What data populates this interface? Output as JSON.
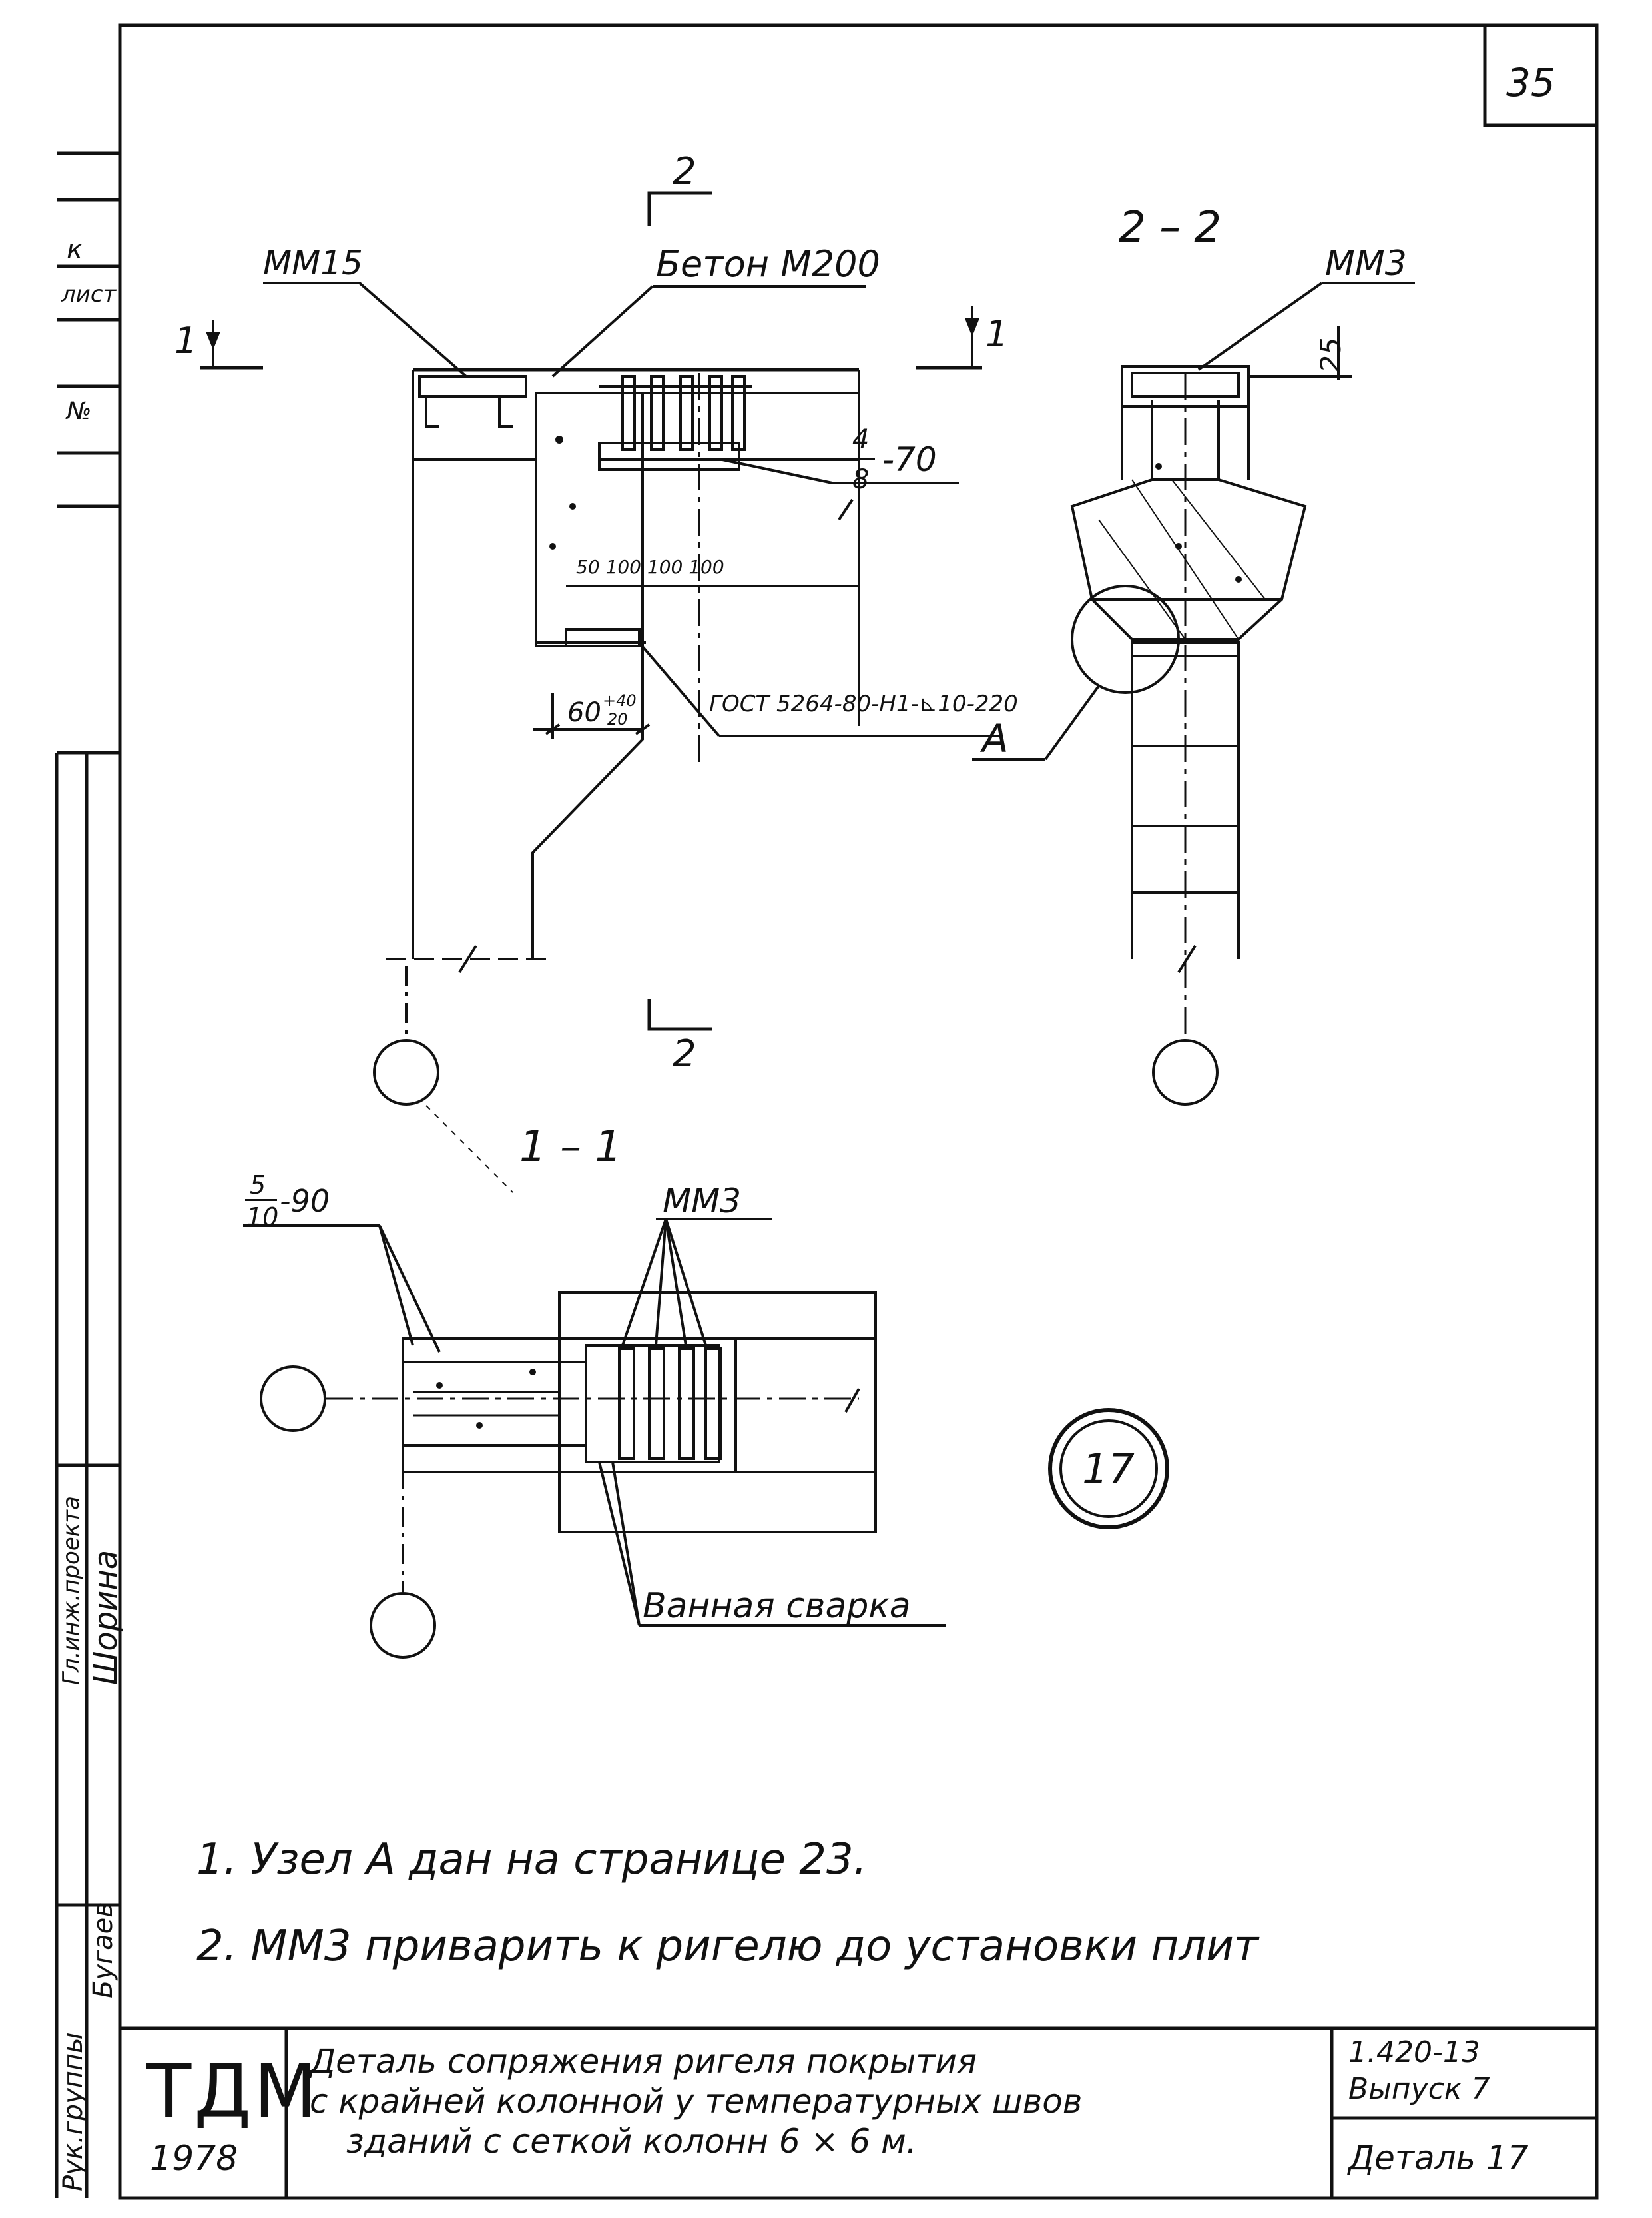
{
  "page_number": "35",
  "section_labels": {
    "cut_2_top": "2",
    "cut_2_bottom": "2",
    "cut_1_left": "1",
    "cut_1_right": "1",
    "section_2_2": "2 – 2",
    "section_1_1": "1 – 1"
  },
  "callouts": {
    "mm15": "ММ15",
    "concrete": "Бетон М200",
    "mm3_top": "ММ3",
    "dim_25": "25",
    "rebar_fraction_num": "4",
    "rebar_fraction_den": "8",
    "rebar_fraction_val": "-70",
    "spacing_dims": "50   100 100 100",
    "dim_60": "60",
    "dim_60_tol_plus": "+40",
    "dim_60_tol_minus": "20",
    "gost_weld": "ГОСТ 5264-80-Н1-⊾10-220",
    "node_a": "А",
    "plan_fraction_num": "5",
    "plan_fraction_den": "10",
    "plan_fraction_val": "-90",
    "mm3_plan": "ММ3",
    "bath_weld": "Ванная сварка",
    "detail_number": "17"
  },
  "notes": [
    "1. Узел А дан на странице 23.",
    "2. ММ3 приварить к ригелю до установки плит"
  ],
  "left_margin": {
    "stamp_k": "к",
    "stamp_list": "лист",
    "stamp_no": "№",
    "name_1": "Шорина",
    "role_1": "Гл.инж.проекта",
    "name_2": "Бугаев",
    "role_2": "Рук.группы"
  },
  "title_block": {
    "org": "ТДМ",
    "year": "1978",
    "title_line1": "Деталь сопряжения ригеля покрытия",
    "title_line2": "с крайней колонной у температурных швов",
    "title_line3": "зданий с сеткой колонн 6 × 6 м.",
    "series": "1.420-13",
    "issue": "Выпуск 7",
    "detail": "Деталь 17"
  }
}
